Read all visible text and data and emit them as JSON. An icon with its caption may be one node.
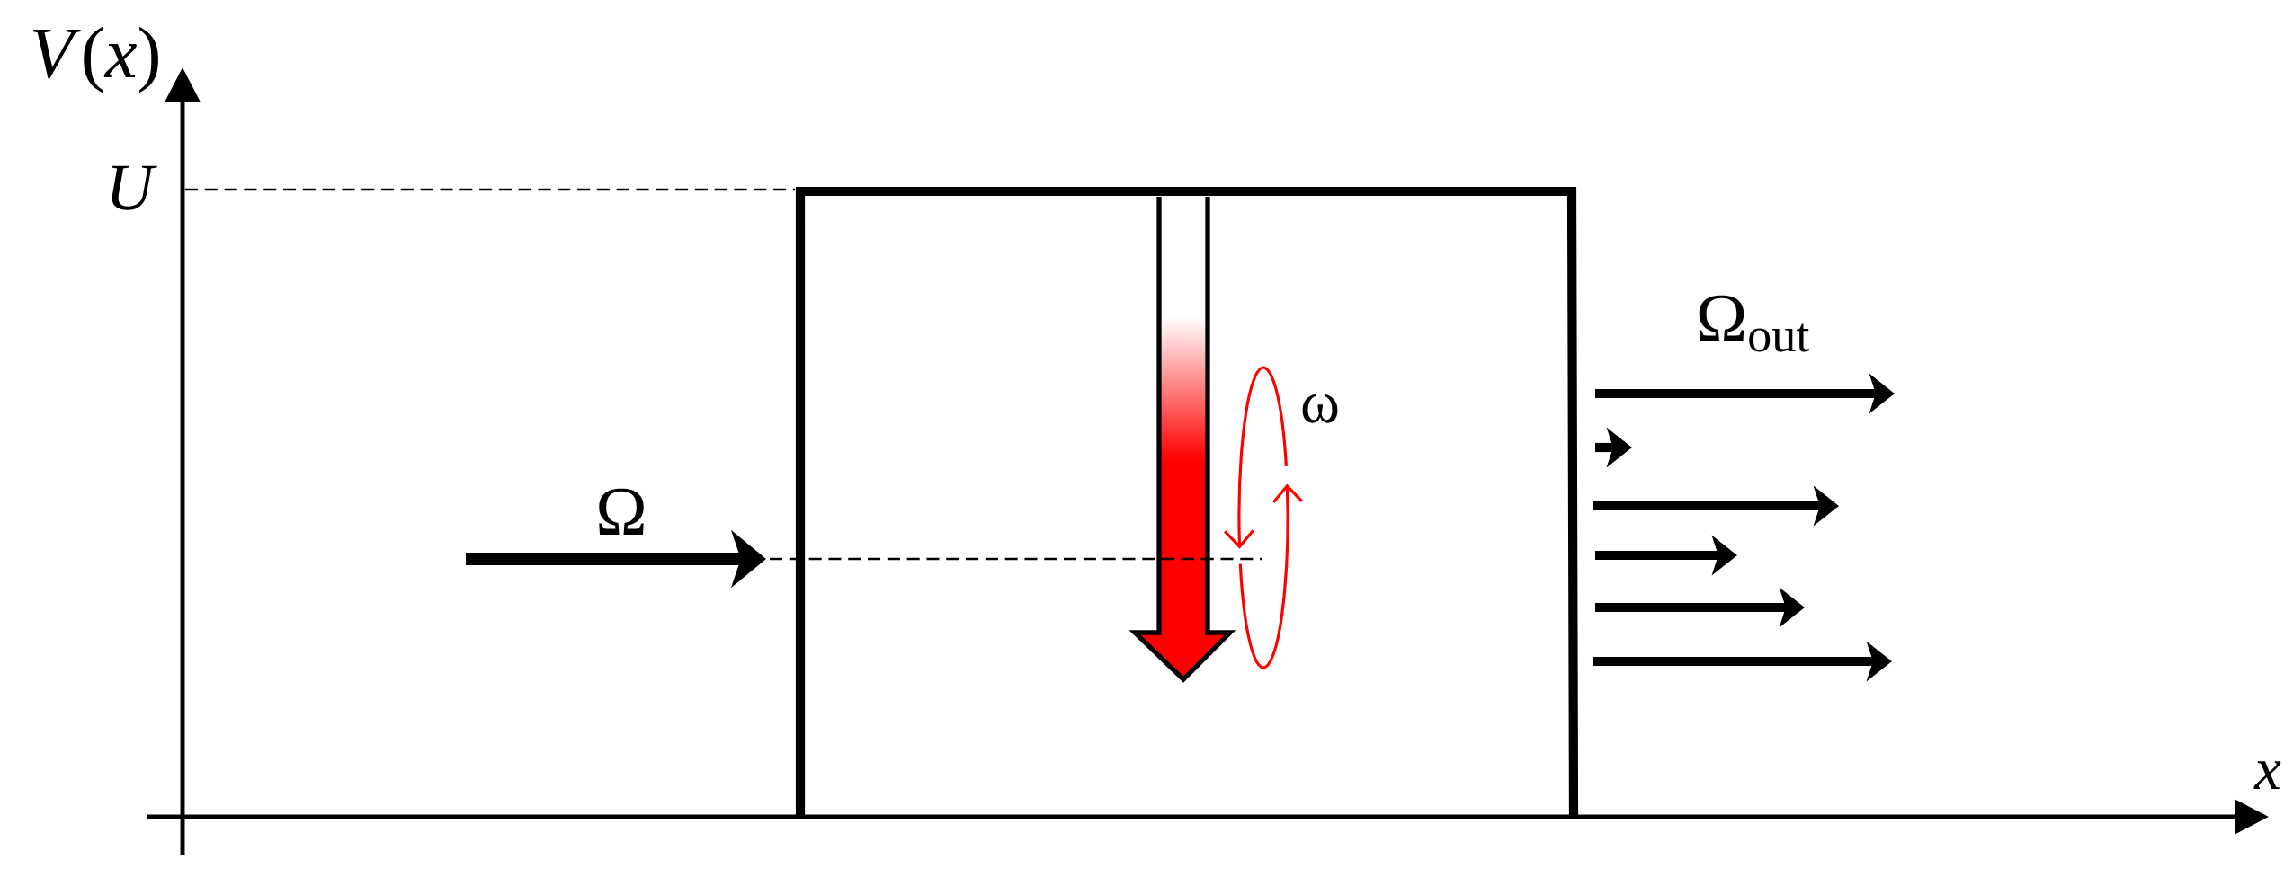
{
  "diagram": {
    "labels": [
      "*V*(*x*)",
      "U",
      "Ω$_{out}$",
      "ω",
      "Ω",
      "x"
    ]
  }
}
